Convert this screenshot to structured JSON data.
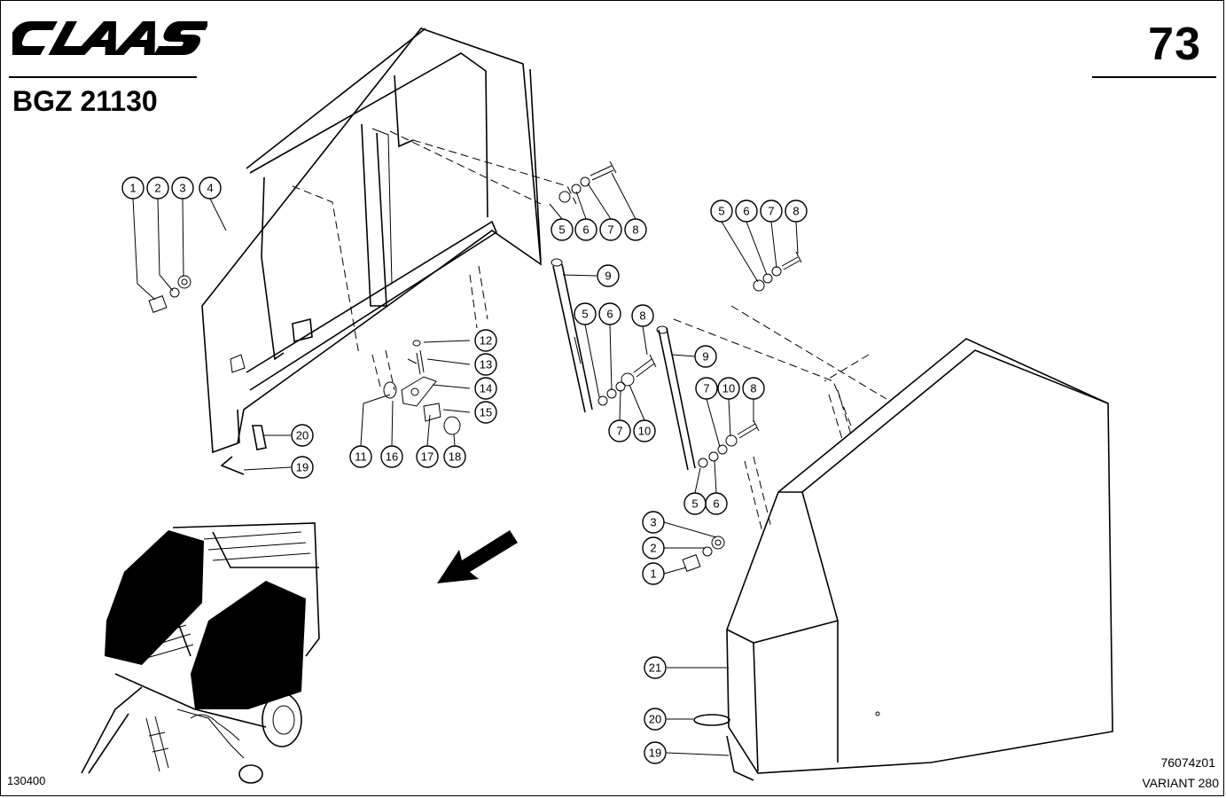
{
  "header": {
    "brand": "CLAAS",
    "page_number": "73",
    "drawing_code": "BGZ 21130"
  },
  "footer": {
    "date_code": "130400",
    "figure_code": "76074z01",
    "variant": "VARIANT 280"
  },
  "icons": [
    "claas-logo",
    "direction-arrow-icon",
    "baler-overview-icon"
  ],
  "callouts": {
    "left_group": [
      "1",
      "2",
      "3",
      "4"
    ],
    "upper_strut_hardware": [
      "5",
      "6",
      "7",
      "8"
    ],
    "left_strut": "9",
    "lower_strut_hardware": [
      "5",
      "6",
      "8",
      "7",
      "10"
    ],
    "latch_parts": [
      "11",
      "16",
      "17",
      "18",
      "12",
      "13",
      "14",
      "15"
    ],
    "left_retainers": [
      "20",
      "19"
    ],
    "right_upper_hardware": [
      "5",
      "6",
      "7",
      "8"
    ],
    "right_strut": "9",
    "right_mid_hardware": [
      "7",
      "10",
      "8",
      "5",
      "6"
    ],
    "right_bolt_group": [
      "3",
      "2",
      "1"
    ],
    "right_door": "21",
    "right_retainers": [
      "20",
      "19"
    ]
  }
}
